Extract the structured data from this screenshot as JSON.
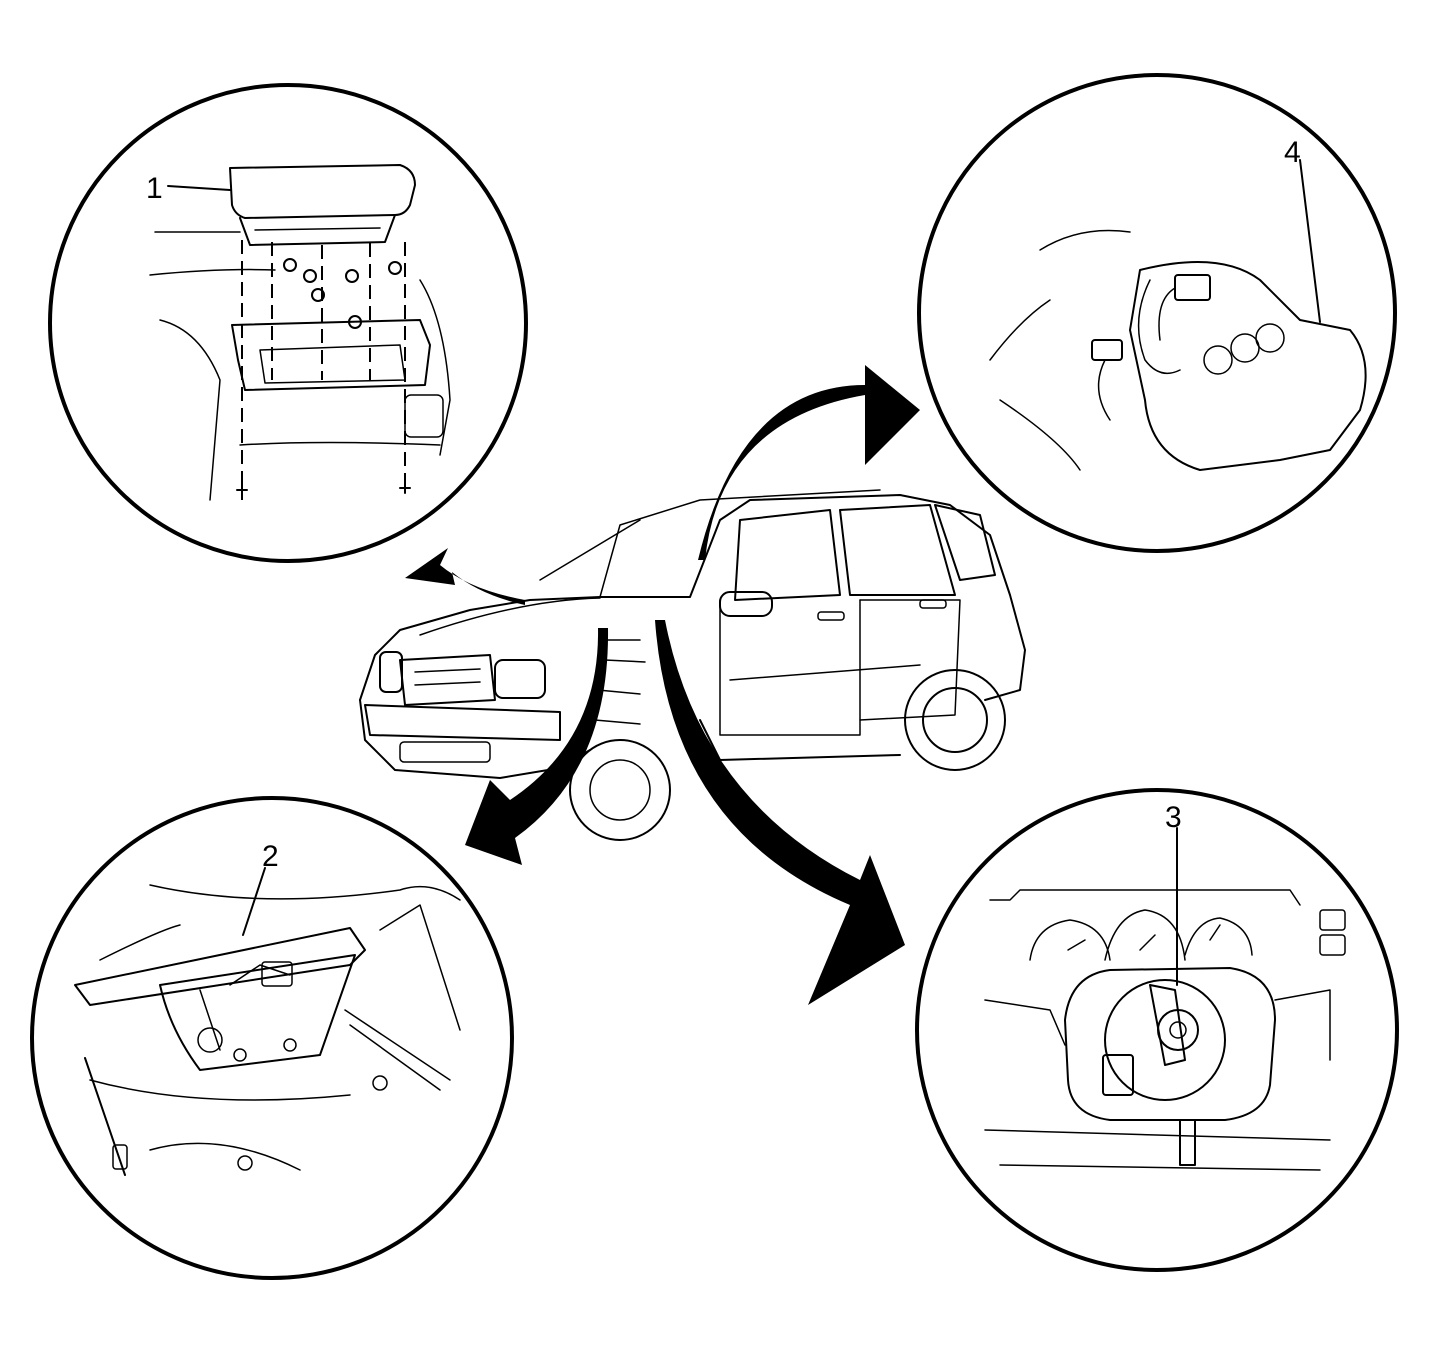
{
  "callouts": {
    "c1": "1",
    "c2": "2",
    "c3": "3",
    "c4": "4"
  },
  "icons": [
    "arrow-icon"
  ],
  "colors": {
    "line": "#000000",
    "background": "#ffffff"
  }
}
